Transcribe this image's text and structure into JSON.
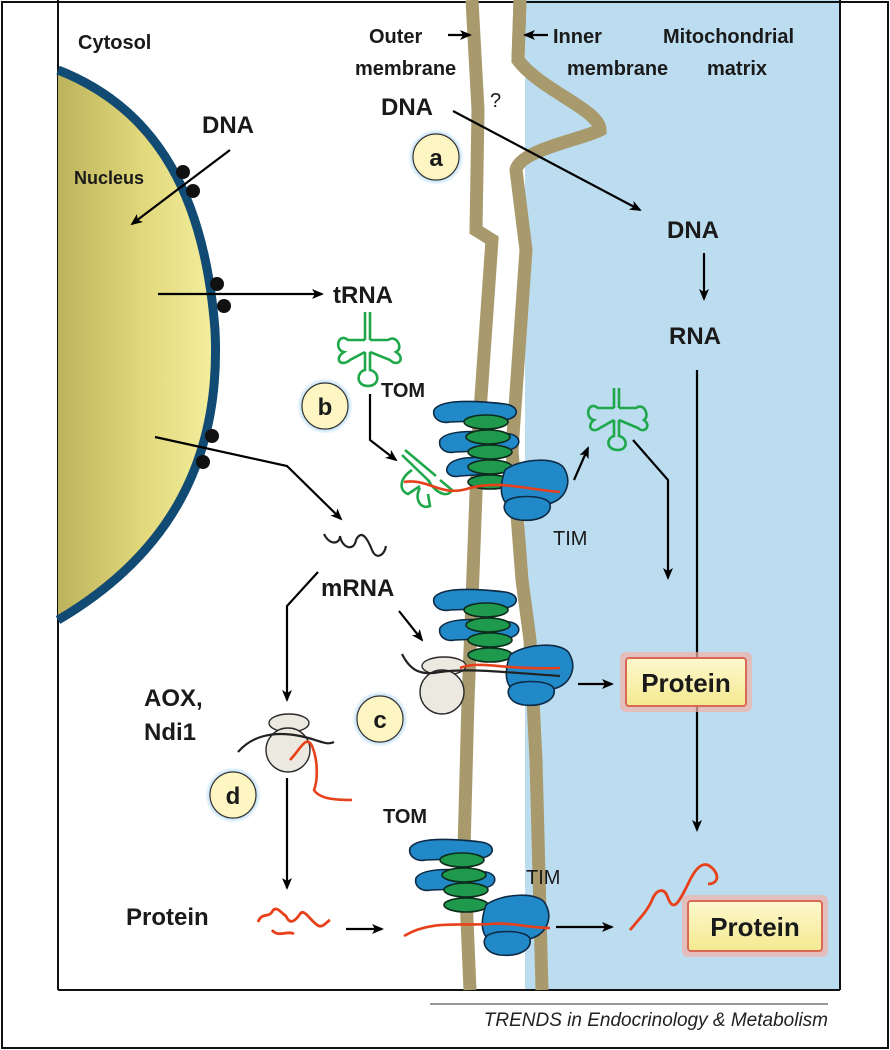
{
  "regions": {
    "cytosol": "Cytosol",
    "outer_membrane": [
      "Outer",
      "membrane"
    ],
    "inner_membrane": [
      "Inner",
      "membrane"
    ],
    "matrix": [
      "Mitochondrial",
      "matrix"
    ],
    "question_mark": "?"
  },
  "nucleus": {
    "label": "Nucleus",
    "dna": "DNA"
  },
  "molecules": {
    "trna": "tRNA",
    "mrna": "mRNA",
    "aox": [
      "AOX,",
      "Ndi1"
    ],
    "protein_cytosol": "Protein",
    "dna_outside": "DNA",
    "dna_matrix": "DNA",
    "rna_matrix": "RNA",
    "protein_box_1": "Protein",
    "protein_box_2": "Protein"
  },
  "complexes": {
    "tom_1": "TOM",
    "tim_1": "TIM",
    "tom_2": "TOM",
    "tim_2": "TIM"
  },
  "steps": [
    "a",
    "b",
    "c",
    "d"
  ],
  "caption": "TRENDS in Endocrinology & Metabolism",
  "colors": {
    "matrix": "#bcdcf0",
    "membrane": "#a89a6c",
    "nucleus_fill": "#e8df86",
    "nucleus_edge": "#114a72",
    "trna": "#1fa84a",
    "protein_chain": "#e8401a",
    "tom_blue": "#2289c9",
    "tom_green": "#1f9a4c",
    "protein_box": "#fbf3b6",
    "protein_box_border": "#e46a5a"
  }
}
